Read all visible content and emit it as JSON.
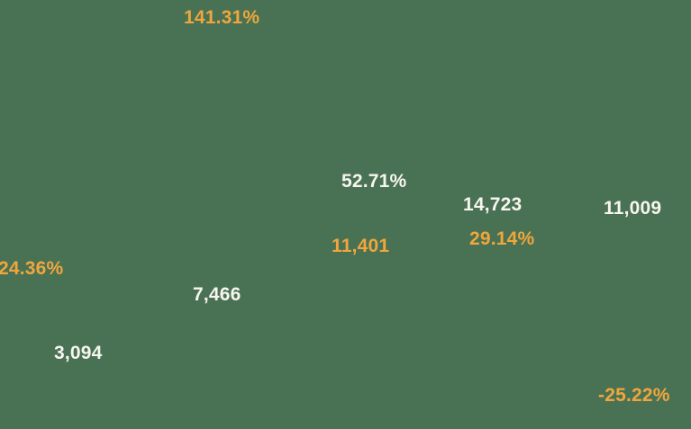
{
  "canvas": {
    "background_color": "#497254"
  },
  "colors": {
    "accent_orange": "#F0A63C",
    "text_white": "#F8F5EF",
    "background_green": "#497254"
  },
  "labels": {
    "pct_141_31": "141.31%",
    "pct_24_36": "24.36%",
    "val_3094": "3,094",
    "val_7466": "7,466",
    "pct_52_71": "52.71%",
    "val_11401": "11,401",
    "val_14723": "14,723",
    "pct_29_14": "29.14%",
    "val_11009": "11,009",
    "pct_neg_25_22": "-25.22%"
  },
  "chart_data": {
    "type": "bar",
    "values": [
      3094,
      7466,
      11401,
      14723,
      11009
    ],
    "value_labels": [
      "3,094",
      "7,466",
      "11,401",
      "14,723",
      "11,009"
    ],
    "pct_change_values": [
      24.36,
      141.31,
      52.71,
      29.14,
      -25.22
    ],
    "pct_change_labels": [
      "24.36%",
      "141.31%",
      "52.71%",
      "29.14%",
      "-25.22%"
    ],
    "title": "",
    "xlabel": "",
    "ylabel": "",
    "legend": [],
    "grid": false,
    "notes": "Only data labels are rendered; bars/axes are not visible against the green background. Each percent label is the growth from the previous value. 52.71% is rendered white while 11,401 is rendered orange; all other percents are orange and all other values are white."
  }
}
